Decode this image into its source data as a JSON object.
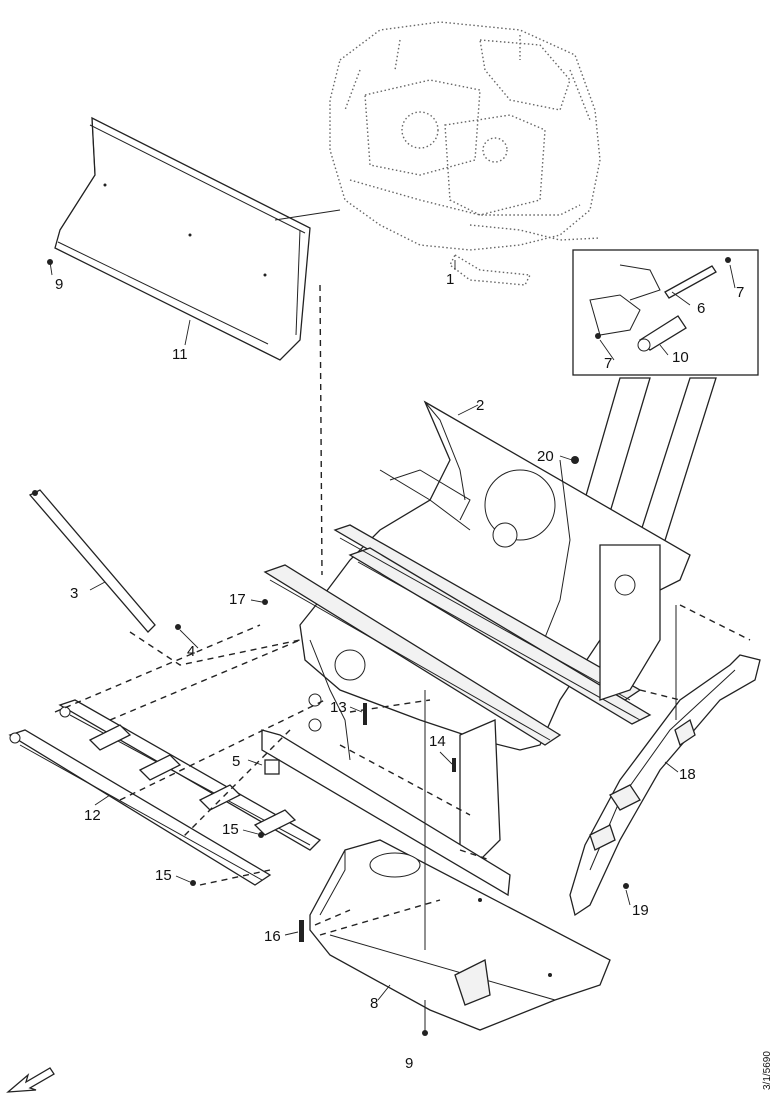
{
  "diagram": {
    "callouts": [
      {
        "id": "c1",
        "text": "1"
      },
      {
        "id": "c2",
        "text": "2"
      },
      {
        "id": "c3",
        "text": "3"
      },
      {
        "id": "c4",
        "text": "4"
      },
      {
        "id": "c5",
        "text": "5"
      },
      {
        "id": "c6",
        "text": "6"
      },
      {
        "id": "c7a",
        "text": "7"
      },
      {
        "id": "c7b",
        "text": "7"
      },
      {
        "id": "c8",
        "text": "8"
      },
      {
        "id": "c9a",
        "text": "9"
      },
      {
        "id": "c9b",
        "text": "9"
      },
      {
        "id": "c10",
        "text": "10"
      },
      {
        "id": "c11",
        "text": "11"
      },
      {
        "id": "c12",
        "text": "12"
      },
      {
        "id": "c13",
        "text": "13"
      },
      {
        "id": "c14",
        "text": "14"
      },
      {
        "id": "c15a",
        "text": "15"
      },
      {
        "id": "c15b",
        "text": "15"
      },
      {
        "id": "c16",
        "text": "16"
      },
      {
        "id": "c17",
        "text": "17"
      },
      {
        "id": "c18",
        "text": "18"
      },
      {
        "id": "c19",
        "text": "19"
      },
      {
        "id": "c20",
        "text": "20"
      }
    ],
    "figure_ref": "3/1/5690",
    "icons": [
      "engine-assembly",
      "orientation-arrow-icon",
      "detail-inset"
    ]
  }
}
